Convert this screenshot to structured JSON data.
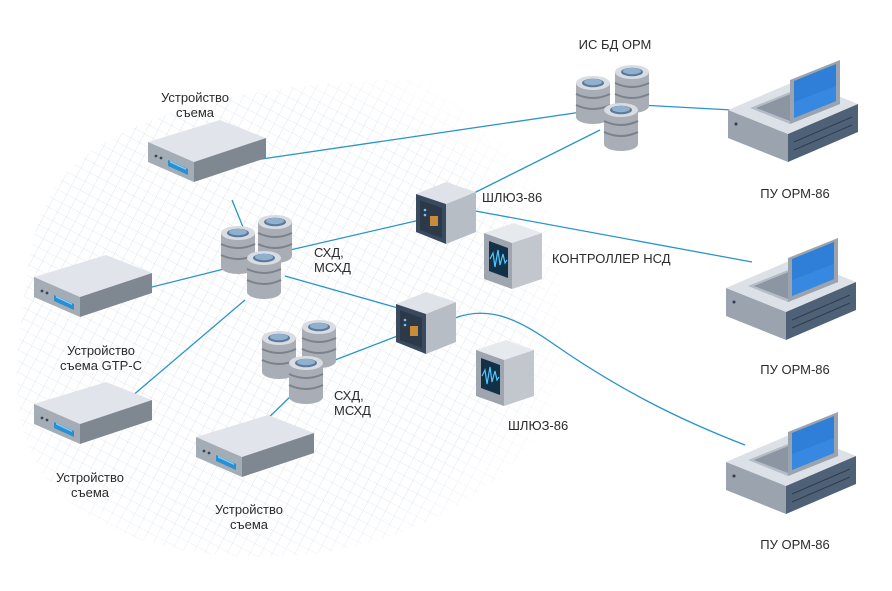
{
  "colors": {
    "link": "#2a95c9",
    "device_top": "#dfe3ea",
    "device_side": "#8b929c",
    "device_front": "#9aa2ad",
    "screen": "#2a8fd1",
    "db": "#c9ccd1",
    "laptop_screen": "#2f7fd8",
    "mesh": "#c6d2e2"
  },
  "labels": {
    "cap_top": "Устройство\nсъема",
    "cap_gtp": "Устройство\nсъема GTP-C",
    "cap_bottom_left": "Устройство\nсъема",
    "cap_bottom_mid": "Устройство\nсъема",
    "storage_1": "СХД,\nМСХД",
    "storage_2": "СХД,\nМСХД",
    "gateway_1": "ШЛЮЗ-86",
    "gateway_2": "ШЛЮЗ-86",
    "controller": "КОНТРОЛЛЕР НСД",
    "db_is": "ИС БД ОРМ",
    "pu_1": "ПУ ОРМ-86",
    "pu_2": "ПУ ОРМ-86",
    "pu_3": "ПУ ОРМ-86"
  },
  "icons": {
    "capture_device": "rack-server-icon",
    "storage": "database-stack-icon",
    "gateway": "network-switch-icon",
    "controller": "monitor-waveform-icon",
    "workstation": "laptop-on-server-icon"
  }
}
